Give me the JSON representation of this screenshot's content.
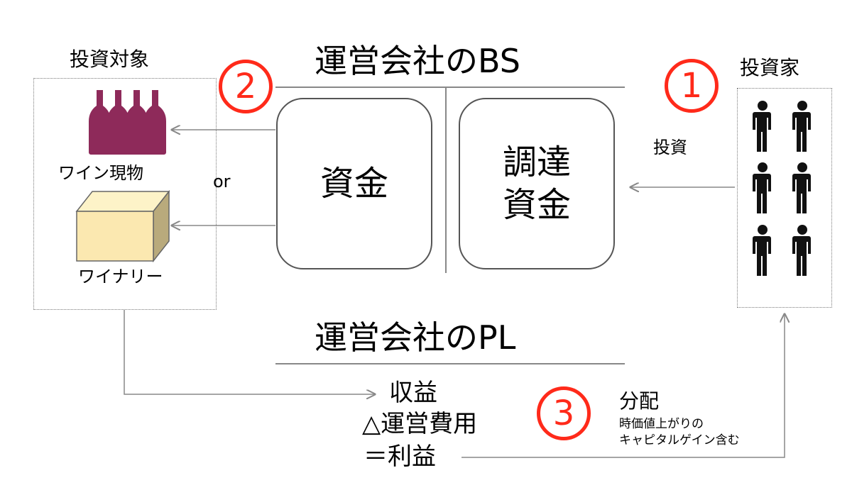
{
  "bs_title": "運営会社のBS",
  "pl_title": "運営会社のPL",
  "invest_target": {
    "label": "投資対象",
    "wine_label": "ワイン現物",
    "or_label": "or",
    "winery_label": "ワイナリー"
  },
  "investor": {
    "label": "投資家",
    "invest_label": "投資"
  },
  "bs": {
    "left_box": "資金",
    "right_box_line1": "調達",
    "right_box_line2": "資金"
  },
  "steps": [
    "1",
    "2",
    "3"
  ],
  "pl": {
    "line1": "収益",
    "line2": "△運営費用",
    "line3": "＝利益"
  },
  "distribution": {
    "title": "分配",
    "note_line1": "時価値上がりの",
    "note_line2": "キャピタルゲイン含む"
  },
  "colors": {
    "accent": "#ff2a1a",
    "wine": "#8e2a5a",
    "box_face": "#fbe8b0",
    "line": "#888888"
  }
}
